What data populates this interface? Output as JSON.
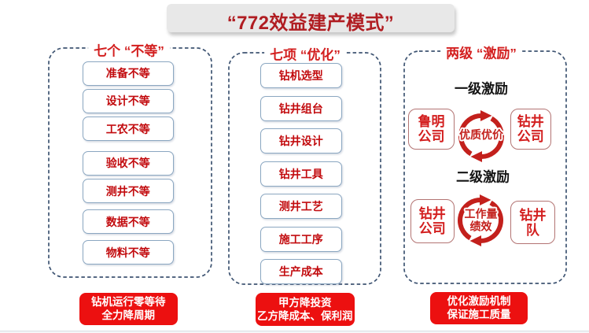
{
  "title_bar": {
    "text": "“772效益建产模式”"
  },
  "columns": [
    {
      "title": "七个 “不等”",
      "items": [
        "准备不等",
        "设计不等",
        "工农不等",
        "验收不等",
        "测井不等",
        "数据不等",
        "物料不等"
      ],
      "footer_lines": [
        "钻机运行零等待",
        "全力降周期"
      ]
    },
    {
      "title": "七项 “优化”",
      "items": [
        "钻机选型",
        "钻井组台",
        "钻井设计",
        "钻井工具",
        "测井工艺",
        "施工工序",
        "生产成本"
      ],
      "footer_lines": [
        "甲方降投资",
        "乙方降成本、保利润"
      ]
    },
    {
      "title": "两级 “激励”",
      "levels": [
        {
          "label": "一级激励",
          "left_box_lines": [
            "鲁明",
            "公司"
          ],
          "cycle_lines": [
            "优质优价",
            ""
          ],
          "right_box_lines": [
            "钻井",
            "公司"
          ]
        },
        {
          "label": "二级激励",
          "left_box_lines": [
            "钻井",
            "公司"
          ],
          "cycle_lines": [
            "工作量",
            "绩效"
          ],
          "right_box_lines": [
            "钻井",
            "队"
          ]
        }
      ],
      "footer_lines": [
        "优化激励机制",
        "保证施工质量"
      ]
    }
  ],
  "colors": {
    "accent-red": "#c20b0e",
    "bright-red": "#ec1010",
    "title-red": "#b01d22",
    "heading-red": "#d31f1f",
    "dash-blue": "#3e5472",
    "box-border-blue": "#8ba7c1",
    "company-border": "#b37473",
    "cycle-red": "#c3201c",
    "bar-bg": "#e8e8e8",
    "black-label": "#141414",
    "bottom-line": "#d9dde3"
  }
}
